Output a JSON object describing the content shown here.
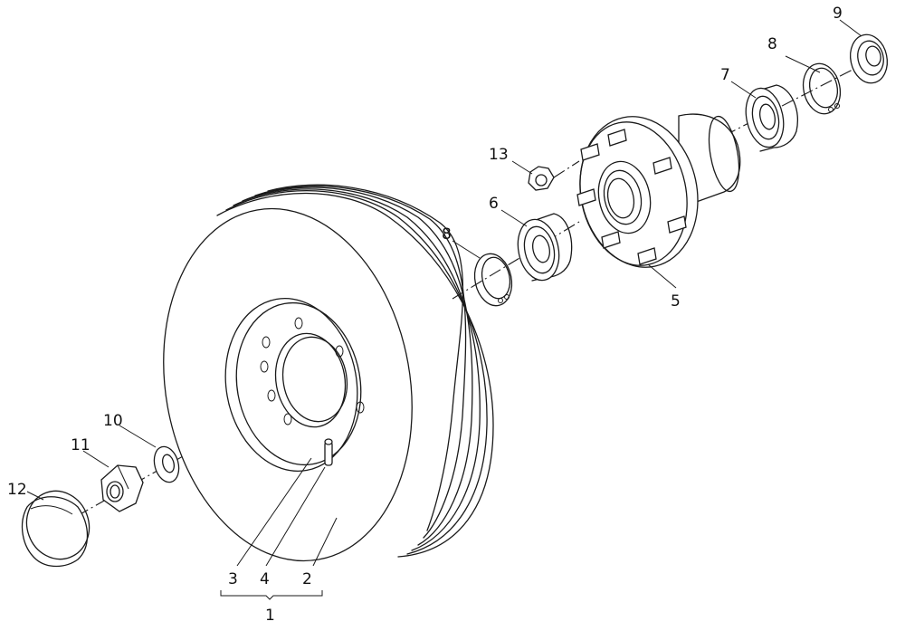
{
  "callouts": {
    "assembly": "1",
    "tire": "2",
    "rim": "3",
    "pin": "4",
    "hub": "5",
    "bearing_inner": "6",
    "bearing_outer": "7",
    "circlip_inner": "8",
    "circlip_outer": "8",
    "seal_cap": "9",
    "washer": "10",
    "axle_nut": "11",
    "dust_cap": "12",
    "wheel_nut": "13"
  },
  "colors": {
    "line": "#1a1a1a",
    "background": "#ffffff"
  }
}
